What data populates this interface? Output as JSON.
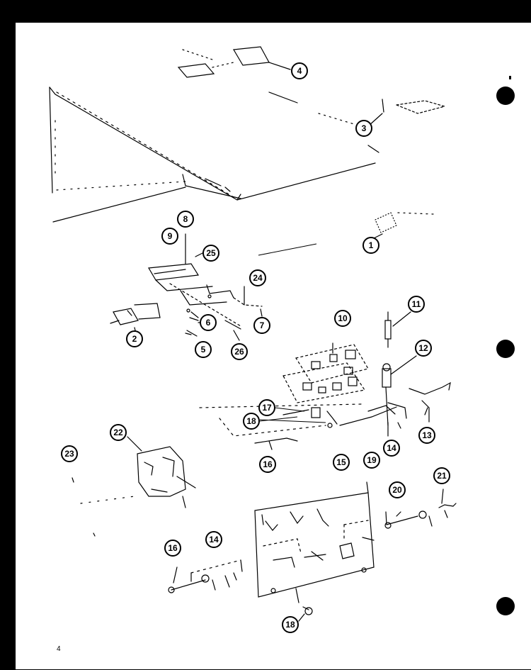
{
  "page": {
    "page_number": "4",
    "colors": {
      "paper": "#ffffff",
      "ink": "#000000",
      "border": "#000000"
    }
  },
  "callouts": [
    {
      "id": "c4",
      "label": "4"
    },
    {
      "id": "c3",
      "label": "3"
    },
    {
      "id": "c1",
      "label": "1"
    },
    {
      "id": "c8",
      "label": "8"
    },
    {
      "id": "c9",
      "label": "9"
    },
    {
      "id": "c25",
      "label": "25"
    },
    {
      "id": "c24",
      "label": "24"
    },
    {
      "id": "c2",
      "label": "2"
    },
    {
      "id": "c6",
      "label": "6"
    },
    {
      "id": "c7",
      "label": "7"
    },
    {
      "id": "c5",
      "label": "5"
    },
    {
      "id": "c26",
      "label": "26"
    },
    {
      "id": "c10",
      "label": "10"
    },
    {
      "id": "c11",
      "label": "11"
    },
    {
      "id": "c12",
      "label": "12"
    },
    {
      "id": "c17",
      "label": "17"
    },
    {
      "id": "c18a",
      "label": "18"
    },
    {
      "id": "c16a",
      "label": "16"
    },
    {
      "id": "c15",
      "label": "15"
    },
    {
      "id": "c14a",
      "label": "14"
    },
    {
      "id": "c13",
      "label": "13"
    },
    {
      "id": "c22",
      "label": "22"
    },
    {
      "id": "c23",
      "label": "23"
    },
    {
      "id": "c19",
      "label": "19"
    },
    {
      "id": "c20",
      "label": "20"
    },
    {
      "id": "c21",
      "label": "21"
    },
    {
      "id": "c16b",
      "label": "16"
    },
    {
      "id": "c14b",
      "label": "14"
    },
    {
      "id": "c18b",
      "label": "18"
    }
  ]
}
